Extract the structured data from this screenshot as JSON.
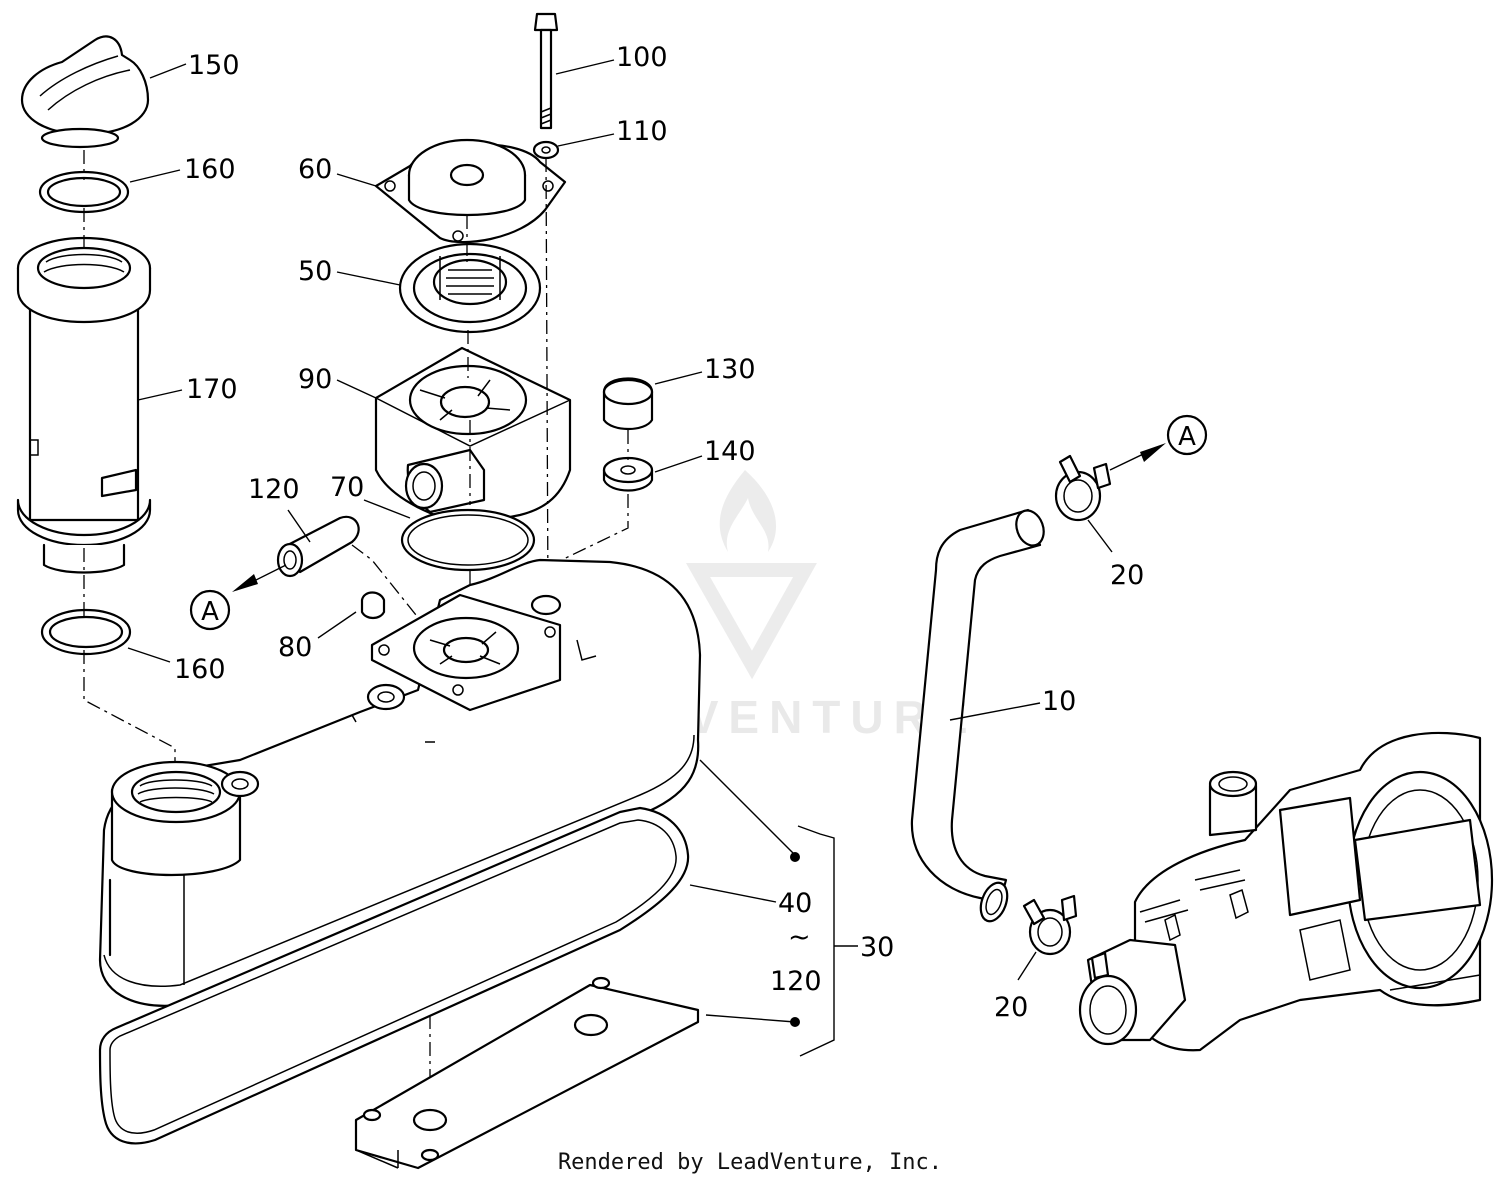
{
  "watermark": {
    "text": "LEADVENTURE"
  },
  "footer": {
    "text": "Rendered by LeadVenture, Inc."
  },
  "callouts": [
    {
      "label": "150"
    },
    {
      "label": "160"
    },
    {
      "label": "170"
    },
    {
      "label": "160"
    },
    {
      "label": "60"
    },
    {
      "label": "50"
    },
    {
      "label": "90"
    },
    {
      "label": "120"
    },
    {
      "label": "70"
    },
    {
      "label": "80"
    },
    {
      "label": "100"
    },
    {
      "label": "110"
    },
    {
      "label": "130"
    },
    {
      "label": "140"
    },
    {
      "label": "40"
    },
    {
      "label": "~"
    },
    {
      "label": "120"
    },
    {
      "label": "30"
    },
    {
      "label": "20"
    },
    {
      "label": "20"
    },
    {
      "label": "10"
    }
  ],
  "references": [
    {
      "label": "A"
    },
    {
      "label": "A"
    }
  ]
}
